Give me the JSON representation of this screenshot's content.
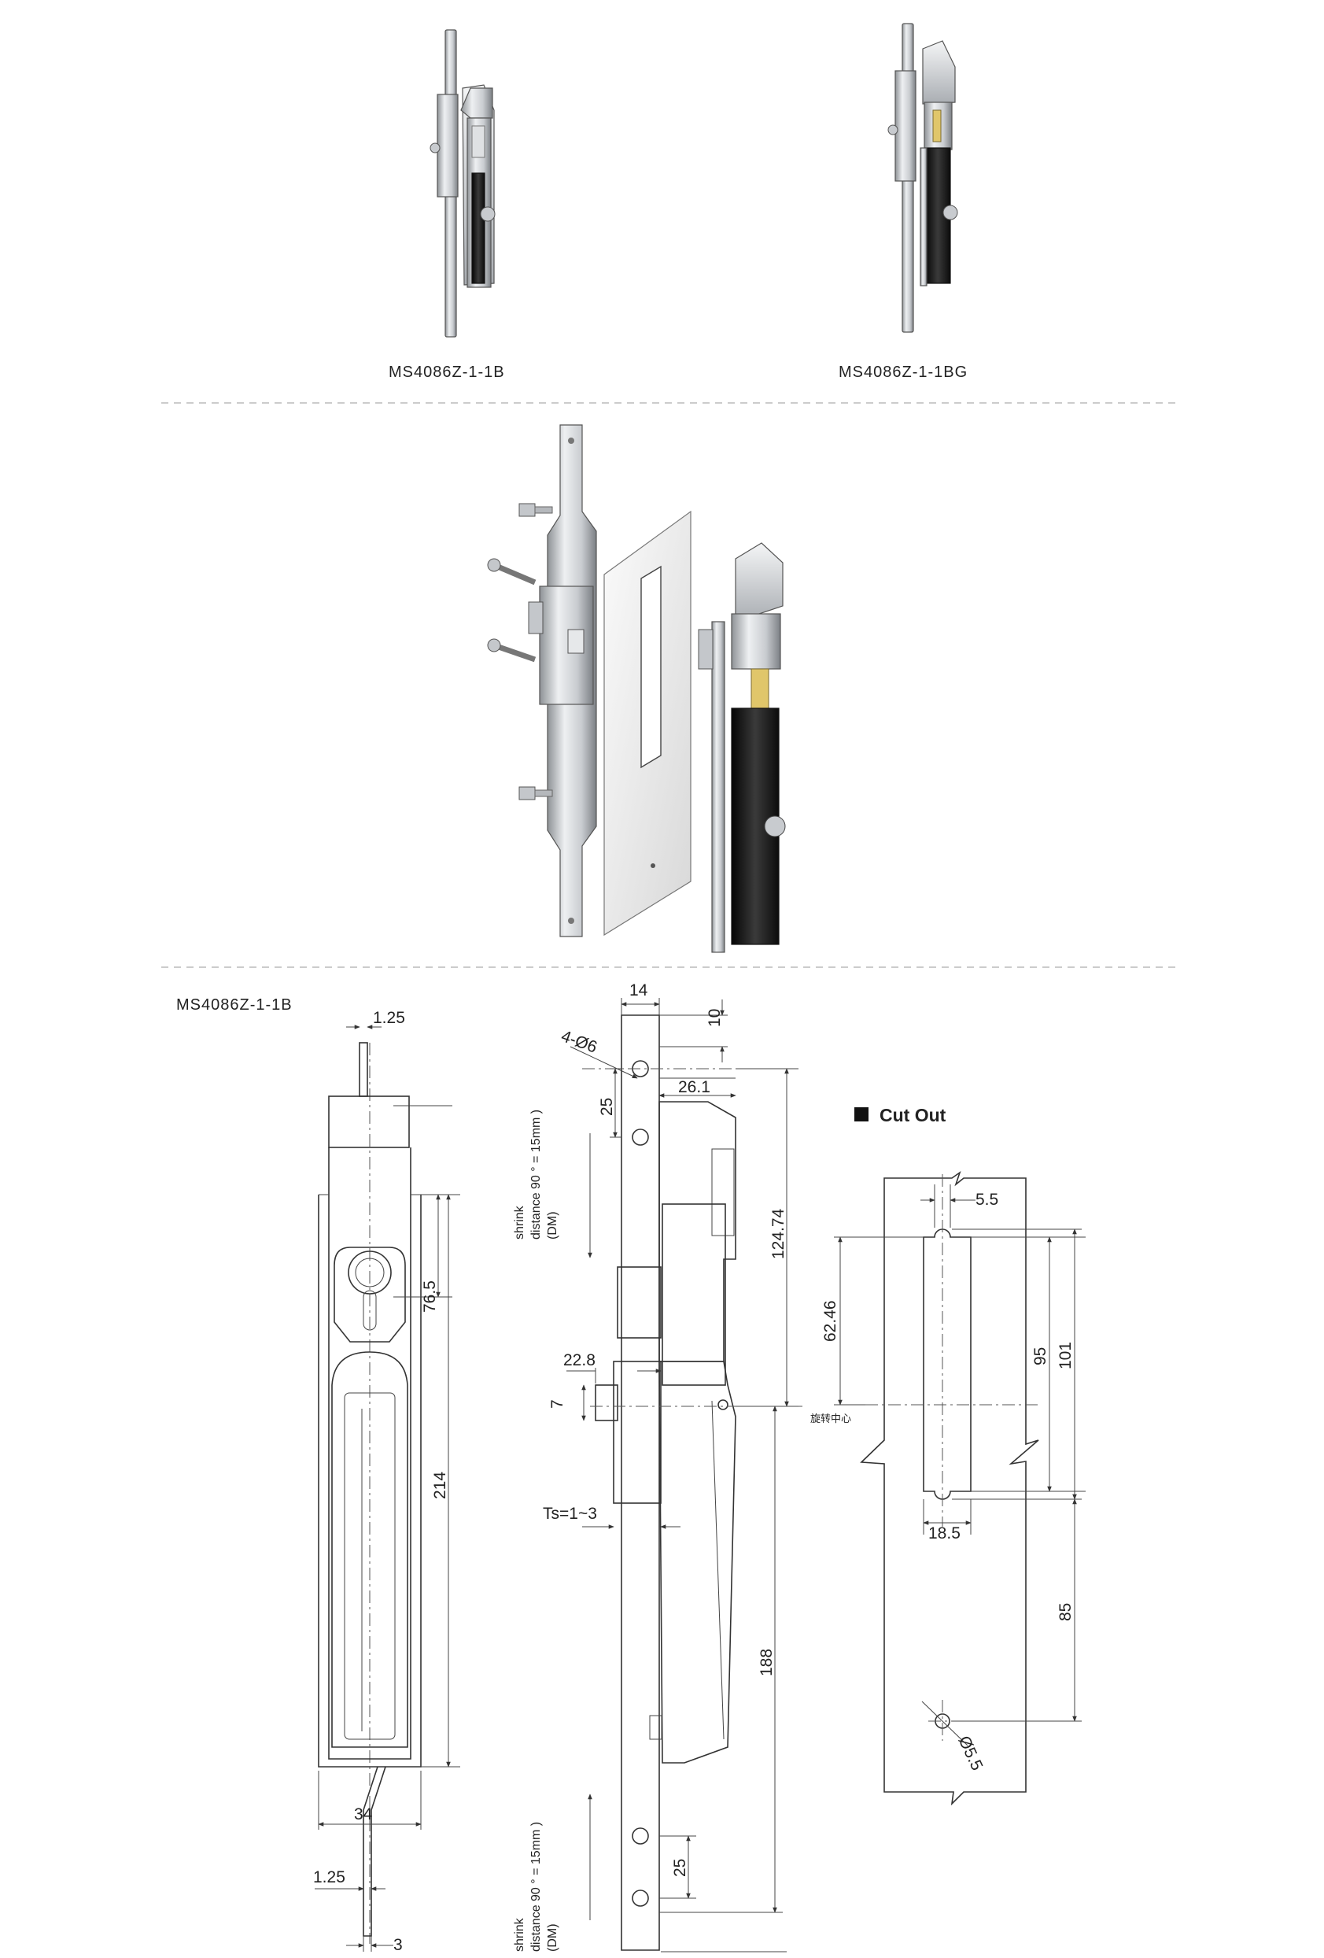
{
  "products": [
    {
      "model": "MS4086Z-1-1B"
    },
    {
      "model": "MS4086Z-1-1BG"
    }
  ],
  "drawing": {
    "model_label": "MS4086Z-1-1B",
    "front_view": {
      "dims": {
        "top_rod": "1.25",
        "key_height": "76.5",
        "body_height": "214",
        "width": "34",
        "bottom_rod": "1.25",
        "rod_offset": "3"
      }
    },
    "side_view": {
      "dims": {
        "strip_width": "14",
        "top_gap": "10",
        "holes": "4-Ø6",
        "depth": "26.1",
        "hole_pitch_top": "25",
        "total_height": "124.74",
        "cam_offset": "22.8",
        "cam_height": "7",
        "thickness": "Ts=1~3",
        "lower_height": "188",
        "hole_pitch_bottom": "25"
      },
      "note_top": [
        "shrink",
        "distance 90 ° = 15mm )",
        "(DM)"
      ],
      "note_bottom": [
        "shrink",
        "distance 90 ° = 15mm )",
        "(DM)"
      ],
      "rotation_center": "旋转中心"
    },
    "cutout": {
      "title": "Cut Out",
      "dims": {
        "top_slot": "5.5",
        "offset": "62.46",
        "slot_height": "95",
        "outer_height": "101",
        "slot_width": "18.5",
        "hole_distance": "85",
        "hole_dia": "Ø5.5"
      }
    }
  }
}
